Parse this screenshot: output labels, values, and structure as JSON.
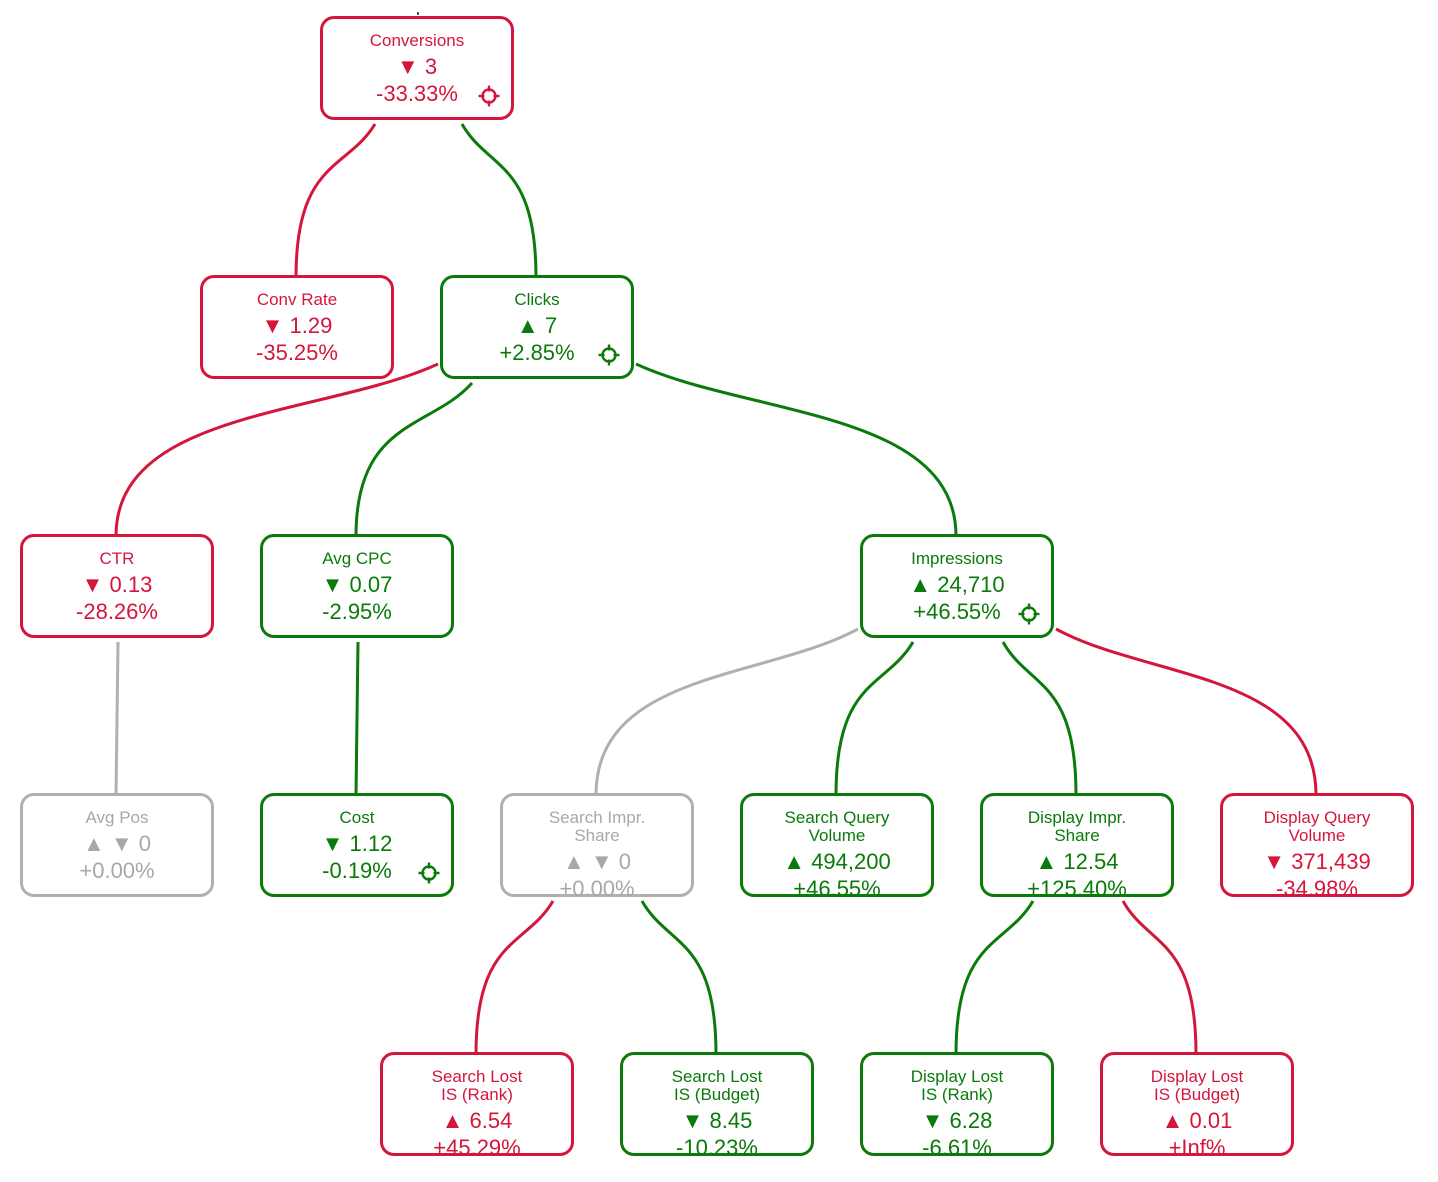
{
  "colors": {
    "good": "#0a7a0a",
    "bad": "#d4163c",
    "neutral": "#b0b0b0"
  },
  "icons": {
    "up": "▲",
    "down": "▼",
    "flat": "▲ ▼",
    "focus": "crosshair-icon"
  },
  "nodes": [
    {
      "id": "conversions",
      "label": "Conversions",
      "direction": "down",
      "change": "3",
      "pct": "-33.33%",
      "status": "bad",
      "focus": true
    },
    {
      "id": "conv-rate",
      "label": "Conv Rate",
      "direction": "down",
      "change": "1.29",
      "pct": "-35.25%",
      "status": "bad",
      "focus": false
    },
    {
      "id": "clicks",
      "label": "Clicks",
      "direction": "up",
      "change": "7",
      "pct": "+2.85%",
      "status": "good",
      "focus": true
    },
    {
      "id": "ctr",
      "label": "CTR",
      "direction": "down",
      "change": "0.13",
      "pct": "-28.26%",
      "status": "bad",
      "focus": false
    },
    {
      "id": "avg-cpc",
      "label": "Avg CPC",
      "direction": "down",
      "change": "0.07",
      "pct": "-2.95%",
      "status": "good",
      "focus": false
    },
    {
      "id": "impressions",
      "label": "Impressions",
      "direction": "up",
      "change": "24,710",
      "pct": "+46.55%",
      "status": "good",
      "focus": true
    },
    {
      "id": "avg-pos",
      "label": "Avg Pos",
      "direction": "flat",
      "change": "0",
      "pct": "+0.00%",
      "status": "neutral",
      "focus": false
    },
    {
      "id": "cost",
      "label": "Cost",
      "direction": "down",
      "change": "1.12",
      "pct": "-0.19%",
      "status": "good",
      "focus": true
    },
    {
      "id": "search-impr-share",
      "label": "Search Impr.\nShare",
      "direction": "flat",
      "change": "0",
      "pct": "+0.00%",
      "status": "neutral",
      "focus": false
    },
    {
      "id": "search-query-volume",
      "label": "Search Query\nVolume",
      "direction": "up",
      "change": "494,200",
      "pct": "+46.55%",
      "status": "good",
      "focus": false
    },
    {
      "id": "display-impr-share",
      "label": "Display Impr.\nShare",
      "direction": "up",
      "change": "12.54",
      "pct": "+125.40%",
      "status": "good",
      "focus": false
    },
    {
      "id": "display-query-volume",
      "label": "Display Query\nVolume",
      "direction": "down",
      "change": "371,439",
      "pct": "-34.98%",
      "status": "bad",
      "focus": false
    },
    {
      "id": "search-lost-is-rank",
      "label": "Search Lost\nIS (Rank)",
      "direction": "up",
      "change": "6.54",
      "pct": "+45.29%",
      "status": "bad",
      "focus": false
    },
    {
      "id": "search-lost-is-budget",
      "label": "Search Lost\nIS (Budget)",
      "direction": "down",
      "change": "8.45",
      "pct": "-10.23%",
      "status": "good",
      "focus": false
    },
    {
      "id": "display-lost-is-rank",
      "label": "Display Lost\nIS (Rank)",
      "direction": "down",
      "change": "6.28",
      "pct": "-6.61%",
      "status": "good",
      "focus": false
    },
    {
      "id": "display-lost-is-budget",
      "label": "Display Lost\nIS (Budget)",
      "direction": "up",
      "change": "0.01",
      "pct": "+Inf%",
      "status": "bad",
      "focus": false
    }
  ],
  "edges": [
    {
      "from": "conversions",
      "to": "conv-rate",
      "status": "bad"
    },
    {
      "from": "conversions",
      "to": "clicks",
      "status": "good"
    },
    {
      "from": "clicks",
      "to": "ctr",
      "status": "bad"
    },
    {
      "from": "clicks",
      "to": "avg-cpc",
      "status": "good"
    },
    {
      "from": "clicks",
      "to": "impressions",
      "status": "good"
    },
    {
      "from": "ctr",
      "to": "avg-pos",
      "status": "neutral"
    },
    {
      "from": "avg-cpc",
      "to": "cost",
      "status": "good"
    },
    {
      "from": "impressions",
      "to": "search-impr-share",
      "status": "neutral"
    },
    {
      "from": "impressions",
      "to": "search-query-volume",
      "status": "good"
    },
    {
      "from": "impressions",
      "to": "display-impr-share",
      "status": "good"
    },
    {
      "from": "impressions",
      "to": "display-query-volume",
      "status": "bad"
    },
    {
      "from": "search-impr-share",
      "to": "search-lost-is-rank",
      "status": "bad"
    },
    {
      "from": "search-impr-share",
      "to": "search-lost-is-budget",
      "status": "good"
    },
    {
      "from": "display-impr-share",
      "to": "display-lost-is-rank",
      "status": "good"
    },
    {
      "from": "display-impr-share",
      "to": "display-lost-is-budget",
      "status": "bad"
    }
  ]
}
